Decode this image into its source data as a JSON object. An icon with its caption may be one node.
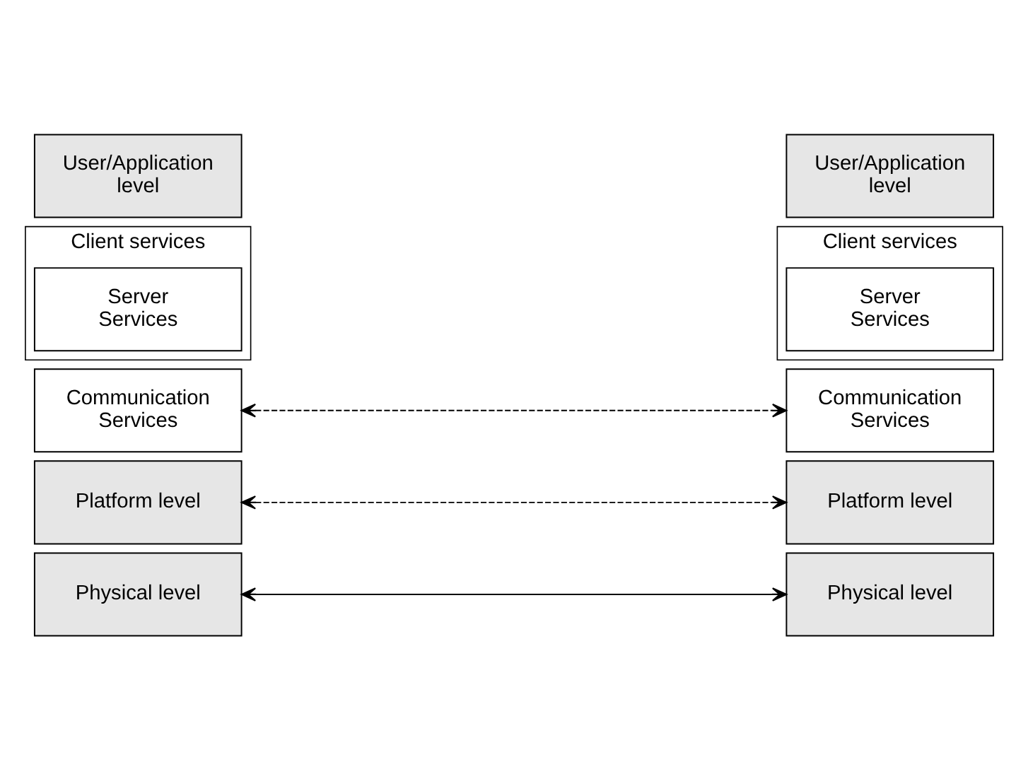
{
  "diagram": {
    "nodes": [
      {
        "text": [
          "User/Application level"
        ]
      },
      {
        "text": [
          "Client services"
        ]
      },
      {
        "text": [
          "Server Services"
        ],
        "in": 1
      },
      {
        "text": [
          "Communication Services"
        ]
      },
      {
        "text": [
          "Platform level"
        ]
      },
      {
        "text": [
          "Physical level"
        ]
      },
      {
        "text": [
          "User/Application level"
        ]
      },
      {
        "text": [
          "Client services"
        ]
      },
      {
        "text": [
          "Server Services"
        ],
        "in": 7
      },
      {
        "text": [
          "Communication Services"
        ]
      },
      {
        "text": [
          "Platform level"
        ]
      },
      {
        "text": [
          "Physical level"
        ]
      }
    ],
    "edges": [
      {
        "from": 3,
        "to": 9,
        "arrow": "both",
        "style": "dashed"
      },
      {
        "from": 4,
        "to": 10,
        "arrow": "both",
        "style": "dashed"
      },
      {
        "from": 5,
        "to": 11,
        "arrow": "both"
      }
    ]
  }
}
